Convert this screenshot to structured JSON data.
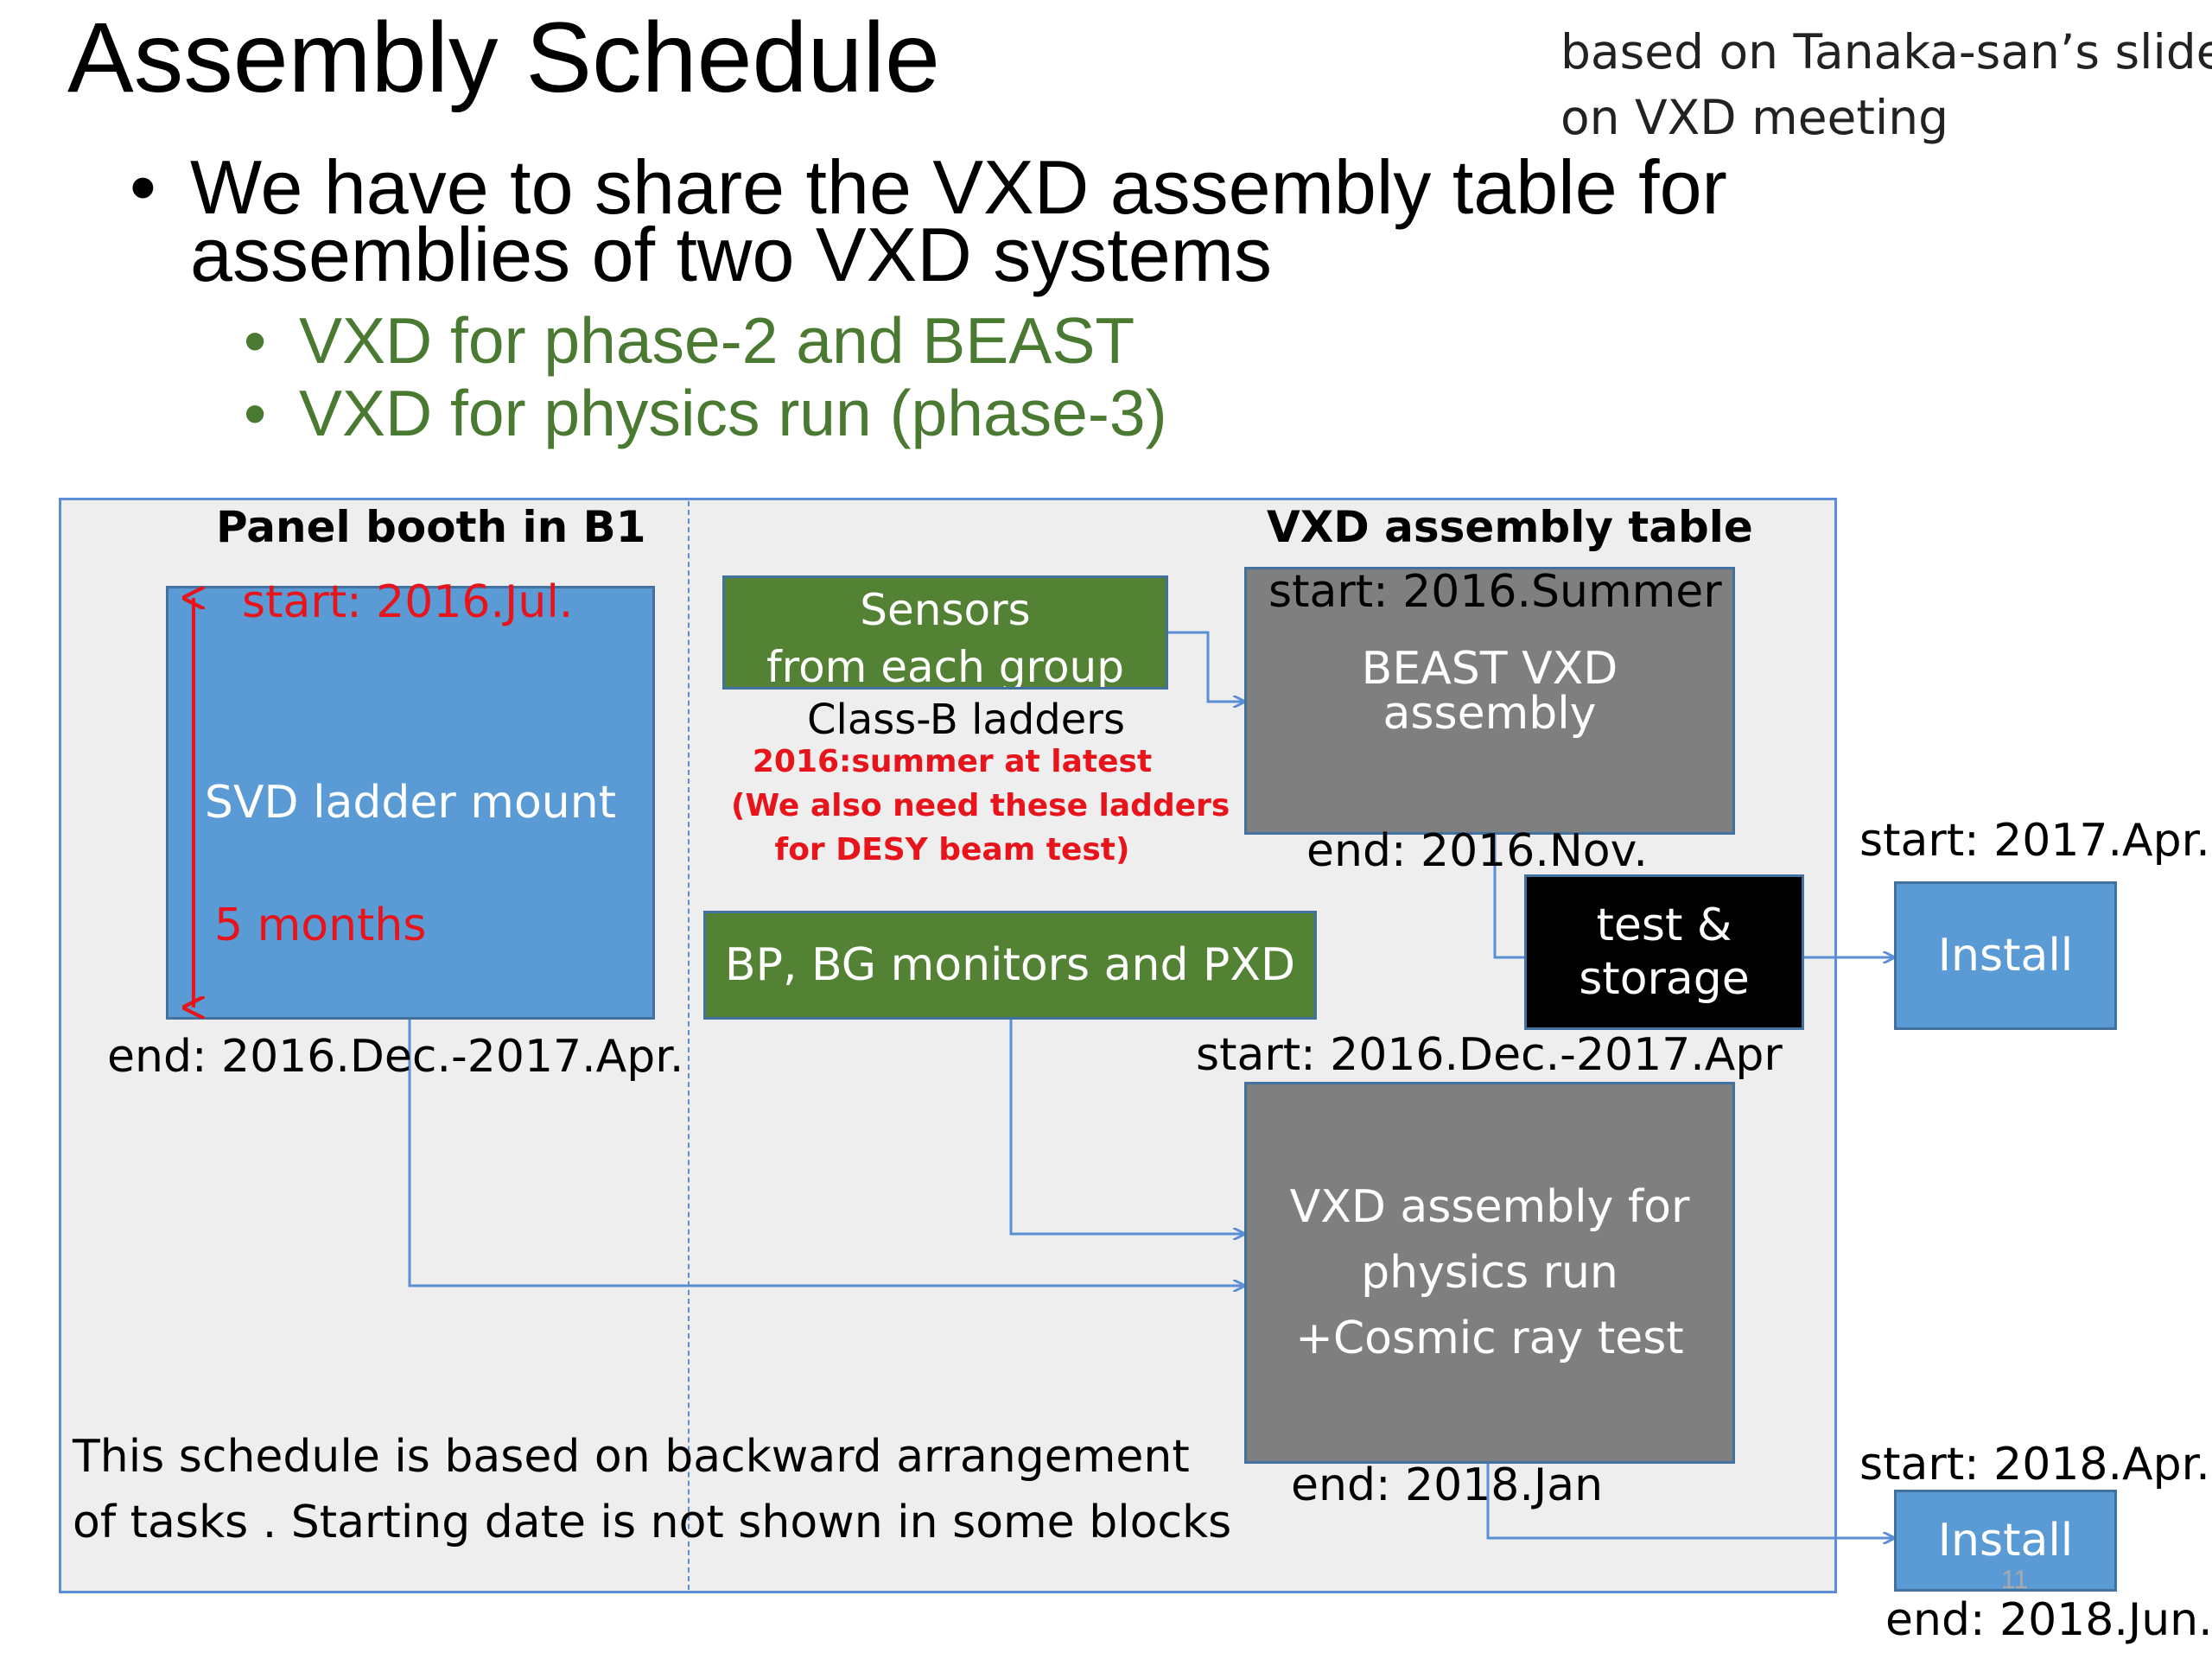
{
  "slide": {
    "title": "Assembly Schedule",
    "note_line1": "based on Tanaka-san’s slide",
    "note_line2": "on VXD meeting",
    "bullet_symbol": "•",
    "bullet_line1": "We have to share the VXD assembly table for",
    "bullet_line2": "assemblies of two VXD systems",
    "sub_bullets": [
      "VXD for phase-2 and BEAST",
      "VXD for physics run (phase-3)"
    ],
    "page_number": "11"
  },
  "diagram": {
    "left_header": "Panel booth in B1",
    "right_header": "VXD assembly table",
    "svd": {
      "start": "start: 2016.Jul.",
      "label": "SVD ladder mount",
      "duration": "5 months",
      "end": "end: 2016.Dec.-2017.Apr."
    },
    "sensors": {
      "line1": "Sensors",
      "line2": "from each group",
      "caption": "Class-B ladders",
      "warn1": "2016:summer at latest",
      "warn2": "(We also need these ladders",
      "warn3": "for DESY beam test)"
    },
    "monitors": {
      "label": "BP, BG monitors and PXD"
    },
    "beast": {
      "start": "start: 2016.Summer",
      "line1": "BEAST VXD",
      "line2": "assembly",
      "end": "end: 2016.Nov."
    },
    "storage": {
      "line1": "test &",
      "line2": "storage"
    },
    "physics": {
      "start": "start: 2016.Dec.-2017.Apr",
      "line1": "VXD assembly for",
      "line2": "physics run",
      "line3": "+Cosmic ray test",
      "end": "end: 2018.Jan"
    },
    "install1": {
      "start": "start: 2017.Apr.",
      "label": "Install"
    },
    "install2": {
      "start": "start: 2018.Apr.",
      "label": "Install",
      "end": "end: 2018.Jun."
    },
    "footnote_line1": "This schedule is based on backward arrangement",
    "footnote_line2": "of tasks . Starting date is not shown in some blocks"
  },
  "colors": {
    "blue_box": "#5b9bd5",
    "green_box": "#548235",
    "gray_box": "#7f7f7f",
    "connector": "#5b8ed6",
    "alert_red": "#e8141b",
    "sub_bullet_green": "#4a7a32"
  }
}
